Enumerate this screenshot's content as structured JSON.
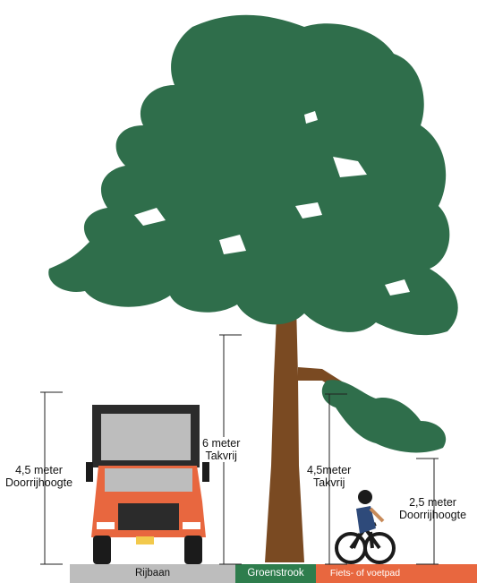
{
  "colors": {
    "foliage": "#2f6e4b",
    "trunk": "#7a4a22",
    "truck_body": "#e8673f",
    "ground_road": "#bdbdbd",
    "ground_green": "#2e7d4d",
    "ground_path": "#e8673f",
    "dimension_line": "#222222"
  },
  "labels": {
    "truck_height": {
      "value": "4,5",
      "unit": "meter",
      "desc": "Doorrijhoogte"
    },
    "tree_clearance_road": {
      "value": "6",
      "unit": "meter",
      "desc": "Takvrij"
    },
    "tree_clearance_path": {
      "value": "4,5",
      "unit": "meter",
      "desc": "Takvrij"
    },
    "cyclist_height": {
      "value": "2,5",
      "unit": "meter",
      "desc": "Doorrijhoogte"
    }
  },
  "ground": {
    "road": "Rijbaan",
    "green": "Groenstrook",
    "path": "Fiets- of voetpad"
  },
  "icons": {
    "tree": "tree-icon",
    "truck": "truck-icon",
    "cyclist": "cyclist-icon"
  }
}
